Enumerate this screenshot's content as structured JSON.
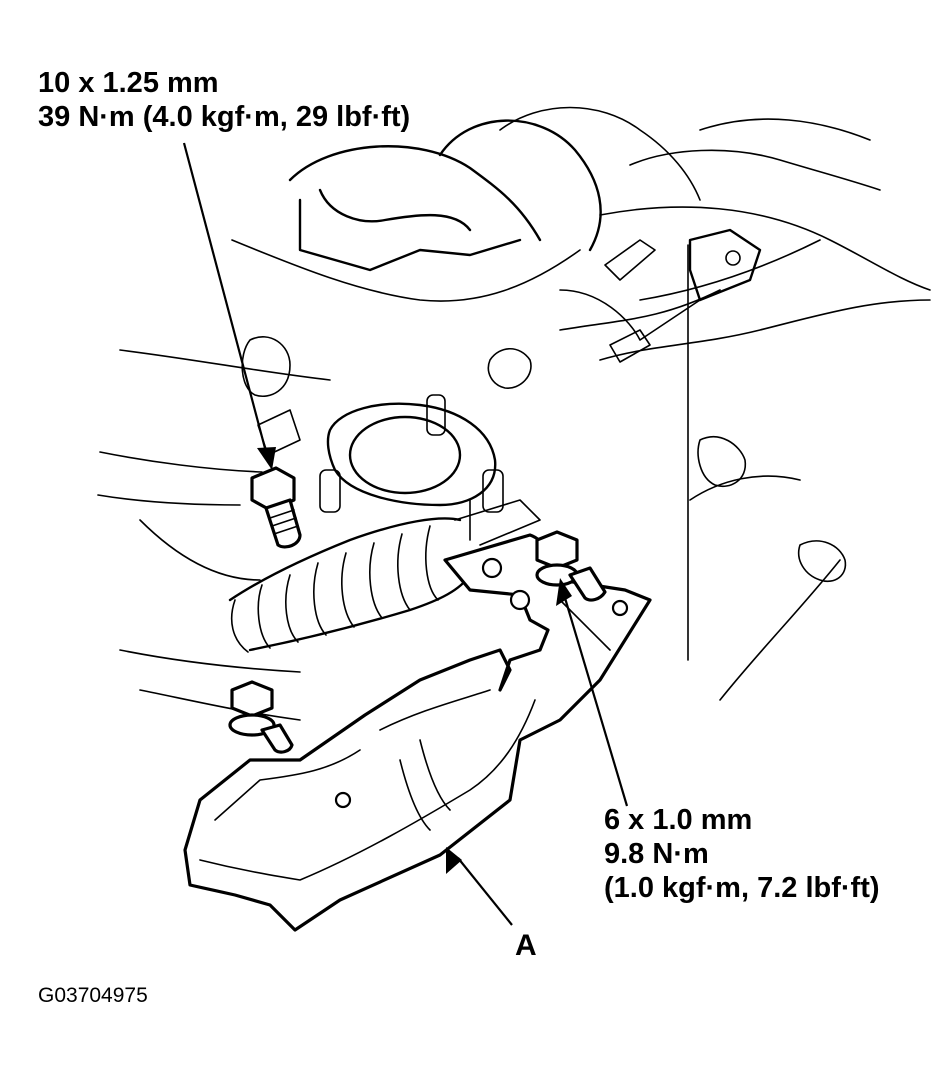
{
  "callout_top": {
    "line1": "10 x 1.25 mm",
    "line2": "39 N·m (4.0 kgf·m, 29 lbf·ft)"
  },
  "callout_right": {
    "line1": "6 x 1.0 mm",
    "line2": "9.8 N·m",
    "line3": "(1.0 kgf·m, 7.2 lbf·ft)"
  },
  "part_label": "A",
  "figure_id": "G03704975",
  "colors": {
    "ink": "#000000",
    "paper": "#ffffff"
  }
}
